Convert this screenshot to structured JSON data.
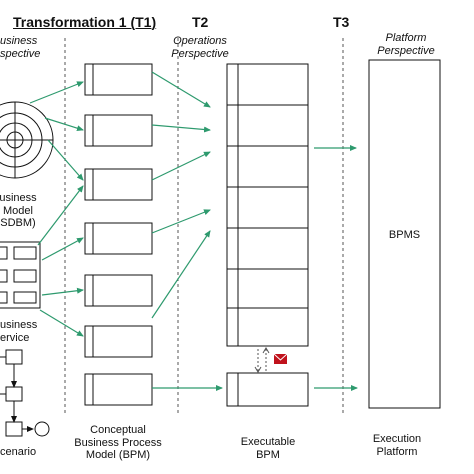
{
  "headers": {
    "t1": "Transformation 1 (T1)",
    "t2": "T2",
    "t3": "T3"
  },
  "perspectives": {
    "business": [
      "usiness",
      "spective"
    ],
    "operations": [
      "Operations",
      "Perspective"
    ],
    "platform": [
      "Platform",
      "Perspective"
    ]
  },
  "left_labels": {
    "sdbm": [
      "usiness",
      "Model",
      "SDBM)"
    ],
    "service": [
      "usiness",
      "ervice"
    ],
    "scenario": "cenario"
  },
  "bottom_labels": {
    "conceptual": [
      "Conceptual",
      "Business Process",
      "Model (BPM)"
    ],
    "executable": [
      "Executable",
      "BPM"
    ],
    "execution": [
      "Execution",
      "Platform"
    ]
  },
  "bpms_label": "BPMS",
  "colors": {
    "arrow": "#2e9a6e",
    "envelope": "#c0121c",
    "divider": "#555555"
  }
}
